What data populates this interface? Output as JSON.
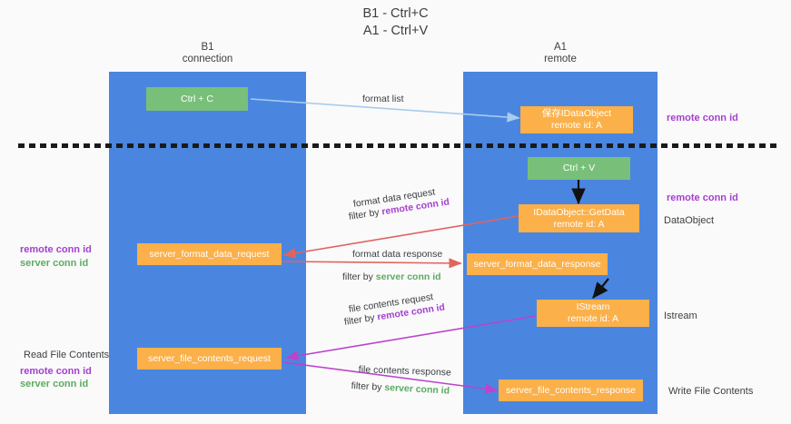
{
  "diagram": {
    "title": "B1 - Ctrl+C\nA1 - Ctrl+V",
    "lanes": [
      {
        "name": "B1",
        "sub": "connection",
        "header": "B1\nconnection"
      },
      {
        "name": "A1",
        "sub": "remote",
        "header": "A1\nremote"
      }
    ],
    "boxes": {
      "ctrl_c": "Ctrl + C",
      "ctrl_v": "Ctrl + V",
      "save_dataobject": "保存IDataObject\nremote id: A",
      "getdata": "IDataObject::GetData\nremote id: A",
      "server_format_data_request": "server_format_data_request",
      "server_format_data_response": "server_format_data_response",
      "istream": "IStream\nremote id: A",
      "server_file_contents_request": "server_file_contents_request",
      "server_file_contents_response": "server_file_contents_response"
    },
    "arrow_captions": {
      "format_list": "format list",
      "format_data_request": "format data request",
      "format_data_request_filter_prefix": "filter by ",
      "format_data_request_filter_key": "remote conn id",
      "format_data_response": "format data response",
      "format_data_response_filter_prefix": "filter by ",
      "format_data_response_filter_key": "server conn id",
      "file_contents_request": "file contents request",
      "file_contents_request_filter_prefix": "filter by ",
      "file_contents_request_filter_key": "remote conn id",
      "file_contents_response": "file contents response",
      "file_contents_response_filter_prefix": "filter by ",
      "file_contents_response_filter_key": "server conn id"
    },
    "right_labels": {
      "remote_conn_id_top": "remote conn id",
      "remote_conn_id_mid": "remote conn id",
      "dataobject": "DataObject",
      "istream": "Istream",
      "write_file_contents": "Write File Contents"
    },
    "left_labels": {
      "remote_conn_id": "remote conn id",
      "server_conn_id": "server conn id",
      "read_file_contents": "Read File Contents",
      "remote_conn_id_2": "remote conn id",
      "server_conn_id_2": "server conn id"
    },
    "colors": {
      "lane": "#4a86e0",
      "green_box": "#78c07a",
      "orange_box": "#fbb049",
      "arrow_blue": "#a8cbee",
      "arrow_red": "#e0645d",
      "arrow_purple": "#bb44cc",
      "arrow_black": "#111111",
      "label_purple": "#a53fcf",
      "label_green": "#5cab61",
      "background": "#fafafa"
    }
  }
}
